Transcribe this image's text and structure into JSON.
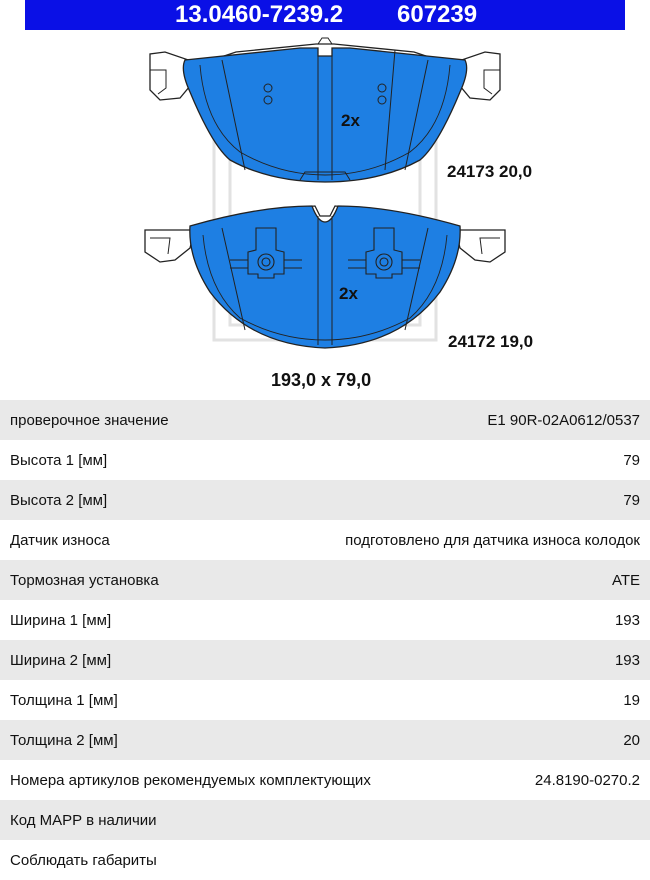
{
  "header": {
    "part_number": "13.0460-7239.2",
    "code": "607239"
  },
  "drawing": {
    "pad_top": {
      "qty": "2x",
      "ref": "24173 20,0"
    },
    "pad_bottom": {
      "qty": "2x",
      "ref": "24172 19,0"
    },
    "dimensions": "193,0 x 79,0",
    "colors": {
      "pad_fill": "#1e7fe3",
      "header_bg": "#0a10e6",
      "outline": "#222222"
    }
  },
  "specs": [
    {
      "label": "проверочное значение",
      "value": "E1 90R-02A0612/0537"
    },
    {
      "label": "Высота 1 [мм]",
      "value": "79"
    },
    {
      "label": "Высота 2 [мм]",
      "value": "79"
    },
    {
      "label": "Датчик износа",
      "value": "подготовлено для датчика износа колодок"
    },
    {
      "label": "Тормозная установка",
      "value": "ATE"
    },
    {
      "label": "Ширина 1 [мм]",
      "value": "193"
    },
    {
      "label": "Ширина 2 [мм]",
      "value": "193"
    },
    {
      "label": "Толщина 1 [мм]",
      "value": "19"
    },
    {
      "label": "Толщина 2 [мм]",
      "value": "20"
    },
    {
      "label": "Номера артикулов рекомендуемых комплектующих",
      "value": "24.8190-0270.2"
    },
    {
      "label": "Код MAPP в наличии",
      "value": ""
    },
    {
      "label": "Соблюдать габариты",
      "value": ""
    }
  ]
}
